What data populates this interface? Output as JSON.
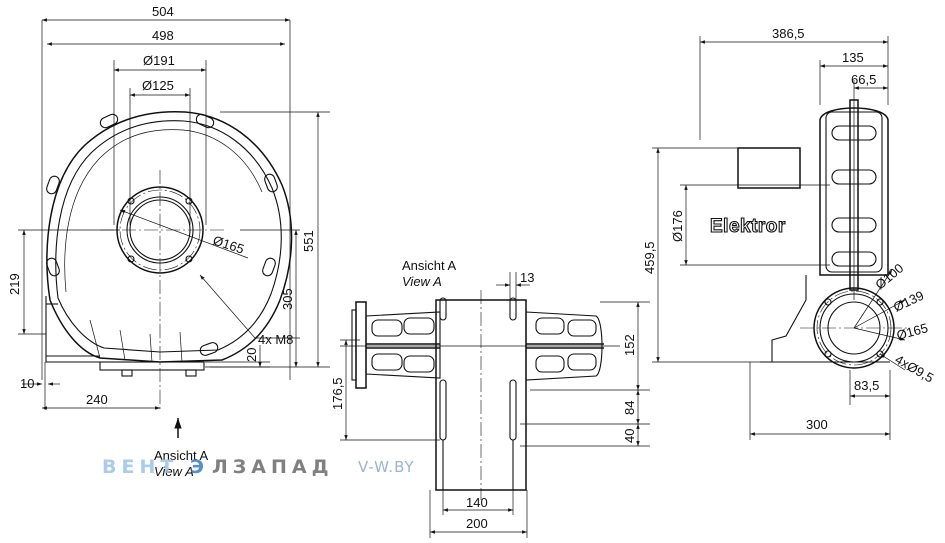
{
  "domain": "Diagram",
  "front_view": {
    "dims": {
      "w504": "504",
      "w498": "498",
      "d191": "Ø191",
      "d125": "Ø125",
      "d165": "Ø165",
      "h551": "551",
      "h305": "305",
      "h219": "219",
      "m8": "4x M8",
      "h20": "20",
      "w10": "10",
      "w240": "240"
    },
    "arrow_label_de": "Ansicht A",
    "arrow_label_en": "View A"
  },
  "view_a": {
    "title_de": "Ansicht A",
    "title_en": "View A",
    "dims": {
      "w13": "13",
      "h152": "152",
      "h176_5": "176,5",
      "h84": "84",
      "h40": "40",
      "w140": "140",
      "w200": "200"
    }
  },
  "side_view": {
    "brand": "Elektror",
    "dims": {
      "w386_5": "386,5",
      "w135": "135",
      "w66_5": "66,5",
      "d176": "Ø176",
      "h459_5": "459,5",
      "d100": "Ø100",
      "d139": "Ø139",
      "d165": "Ø165",
      "holes": "4xØ9,5",
      "w83_5": "83,5",
      "w300": "300"
    }
  },
  "watermark": {
    "brand_left": "ВЕНТ",
    "brand_mid": "Э",
    "brand_right": "ЛЗАПАД",
    "site": "V-W.BY"
  },
  "colors": {
    "line": "#111111",
    "watermark_blue": "#3a7dbf",
    "watermark_grey": "#9a9a9a"
  }
}
